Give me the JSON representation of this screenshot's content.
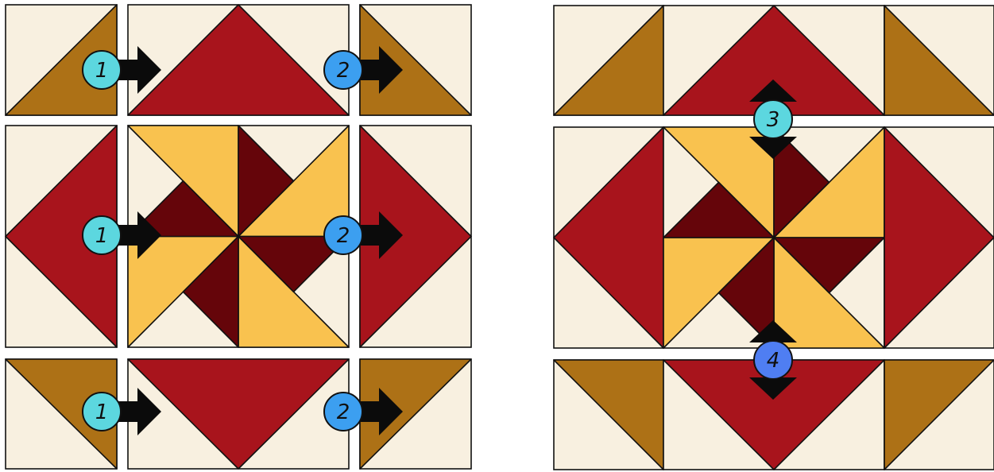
{
  "colors": {
    "background": "#ffffff",
    "cream": "#f8f0e0",
    "red": "#a8141c",
    "gold": "#ad7116",
    "yellow": "#f9c24f",
    "maroon": "#65050a",
    "outline": "#111111",
    "arrow": "#0b0b0b",
    "badge_cyan": "#5cd7df",
    "badge_blue": "#3c9ff0",
    "badge_navy": "#4f7ef2"
  },
  "diagram": {
    "left_panel": {
      "steps": [
        {
          "label": "1",
          "badge_color": "badge_cyan",
          "arrow": "right"
        },
        {
          "label": "2",
          "badge_color": "badge_blue",
          "arrow": "right"
        },
        {
          "label": "1",
          "badge_color": "badge_cyan",
          "arrow": "right"
        },
        {
          "label": "2",
          "badge_color": "badge_blue",
          "arrow": "right"
        },
        {
          "label": "1",
          "badge_color": "badge_cyan",
          "arrow": "right"
        },
        {
          "label": "2",
          "badge_color": "badge_blue",
          "arrow": "right"
        }
      ]
    },
    "right_panel": {
      "steps": [
        {
          "label": "3",
          "badge_color": "badge_cyan",
          "arrow": "up-down"
        },
        {
          "label": "4",
          "badge_color": "badge_navy",
          "arrow": "up-down"
        }
      ]
    }
  }
}
